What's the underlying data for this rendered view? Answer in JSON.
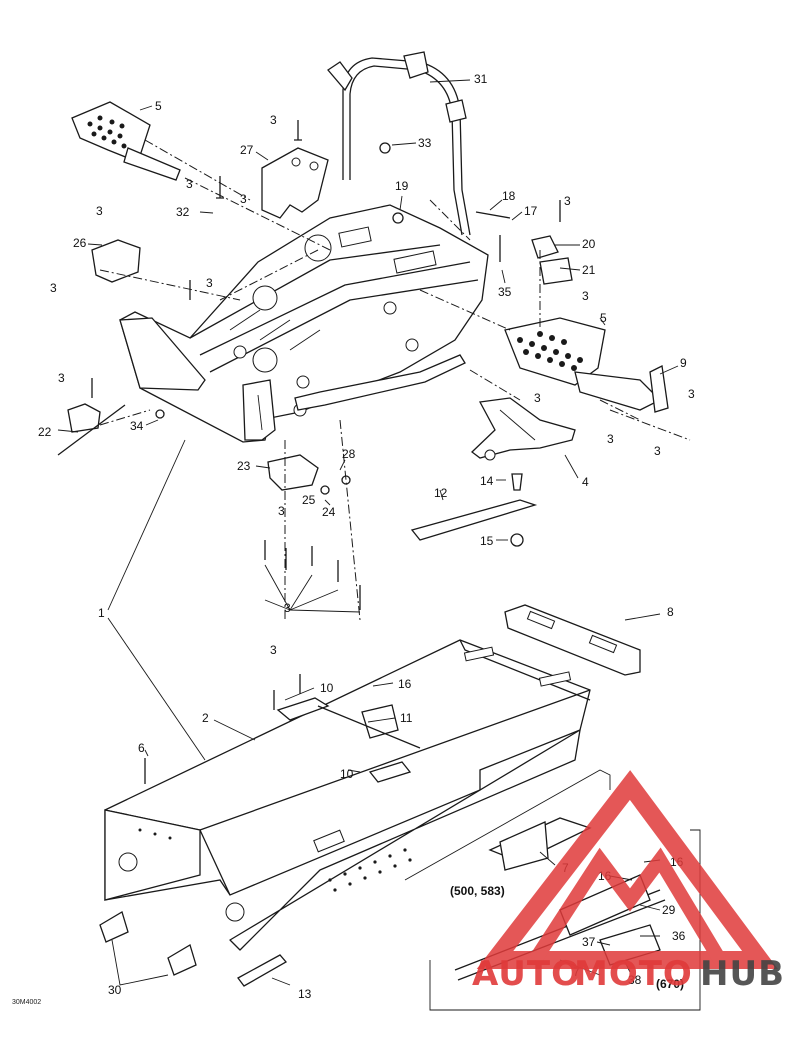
{
  "diagram": {
    "reference_code": "30M4002",
    "callouts": [
      "1",
      "2",
      "3",
      "4",
      "5",
      "6",
      "7",
      "8",
      "9",
      "10",
      "11",
      "12",
      "13",
      "14",
      "15",
      "16",
      "17",
      "18",
      "19",
      "20",
      "21",
      "22",
      "23",
      "24",
      "25",
      "26",
      "27",
      "28",
      "29",
      "30",
      "31",
      "32",
      "33",
      "34",
      "35",
      "36",
      "37",
      "38"
    ],
    "variant_labels": [
      "(500, 583)",
      "(670)"
    ]
  },
  "watermark": {
    "text": "AUTOMOTOHUB",
    "color_primary": "#e03a3a",
    "color_secondary": "#444444"
  }
}
